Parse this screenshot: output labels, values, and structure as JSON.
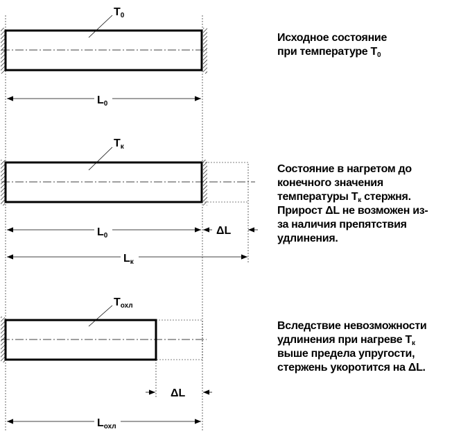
{
  "state1": {
    "temp": {
      "main": "T",
      "sub": "0"
    },
    "length": {
      "main": "L",
      "sub": "0"
    },
    "desc_line1": "Исходное состояние",
    "desc_line2": "при температуре T",
    "desc_sub": "0"
  },
  "state2": {
    "temp": {
      "main": "T",
      "sub": "к"
    },
    "length": {
      "main": "L",
      "sub": "0"
    },
    "delta": "ΔL",
    "total": {
      "main": "L",
      "sub": "к"
    },
    "desc": {
      "l1": "Состояние в нагретом до",
      "l2": "конечного значения",
      "l3a": "температуры T",
      "l3sub": "к",
      "l3b": " стержня.",
      "l4": "Прирост ΔL не возможен из-",
      "l5": "за наличия  препятствия",
      "l6": "удлинения."
    }
  },
  "state3": {
    "temp": {
      "main": "T",
      "sub": "охл"
    },
    "delta": "ΔL",
    "total": {
      "main": "L",
      "sub": "охл"
    },
    "desc": {
      "l1": "Вследствие невозможности",
      "l2a": "удлинения при нагреве T",
      "l2sub": "к",
      "l3": "выше предела упругости,",
      "l4": "стержень укоротится на ΔL."
    }
  }
}
